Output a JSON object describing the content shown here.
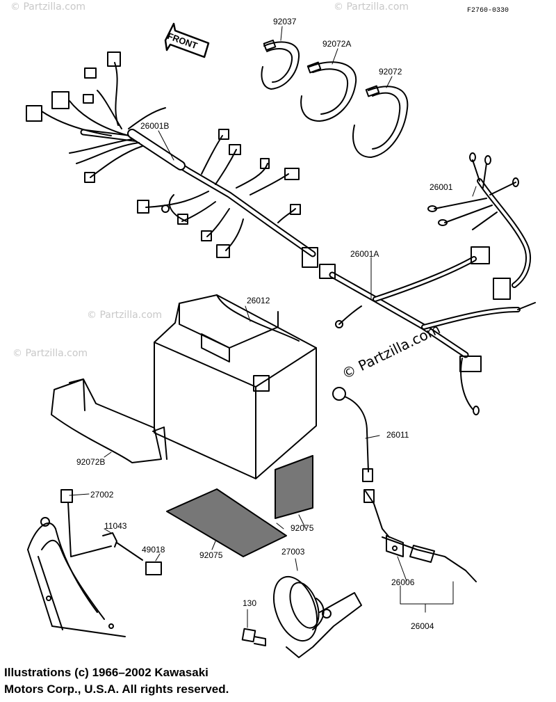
{
  "drawing_code": "F2760-0330",
  "direction_label": "FRONT",
  "watermark_text": "© Partzilla.com",
  "caption": {
    "line1": "Illustrations (c) 1966–2002 Kawasaki",
    "line2": "Motors Corp., U.S.A.  All rights reserved."
  },
  "parts": {
    "p92037": "92037",
    "p92072A": "92072A",
    "p92072": "92072",
    "p26001B": "26001B",
    "p26001": "26001",
    "p26001A": "26001A",
    "p26012": "26012",
    "p92072B": "92072B",
    "p26011": "26011",
    "p27002": "27002",
    "p11043": "11043",
    "p49018": "49018",
    "p92075a": "92075",
    "p92075b": "92075",
    "p27003": "27003",
    "p26006": "26006",
    "p130": "130",
    "p26004": "26004"
  },
  "colors": {
    "ink": "#000000",
    "watermark": "#c8c8c8",
    "background": "#ffffff"
  }
}
